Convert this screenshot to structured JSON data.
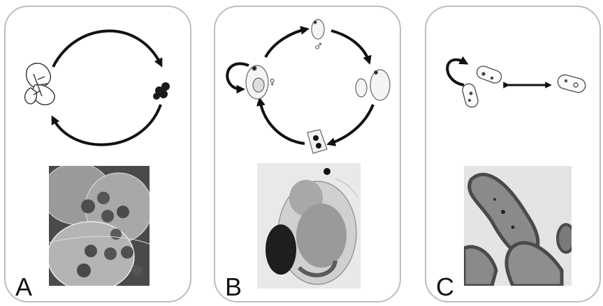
{
  "panels": [
    {
      "letter": "A",
      "stages": [
        "leaf-icon",
        "seed-cluster-icon"
      ],
      "photo": "seed-pods-photo"
    },
    {
      "letter": "B",
      "stages": [
        "daphnia-female-icon",
        "daphnia-male-icon",
        "daphnia-pair-icon",
        "ephippium-icon"
      ],
      "sex_symbols": {
        "male": "♂",
        "female": "♀"
      },
      "photo": "daphnia-micrograph"
    },
    {
      "letter": "C",
      "stages": [
        "bacteria-dividing-icon",
        "bacterium-icon"
      ],
      "photo": "bacteria-electron-micrograph"
    }
  ],
  "colors": {
    "border": "#bdbdbd",
    "arrow": "#111111"
  }
}
